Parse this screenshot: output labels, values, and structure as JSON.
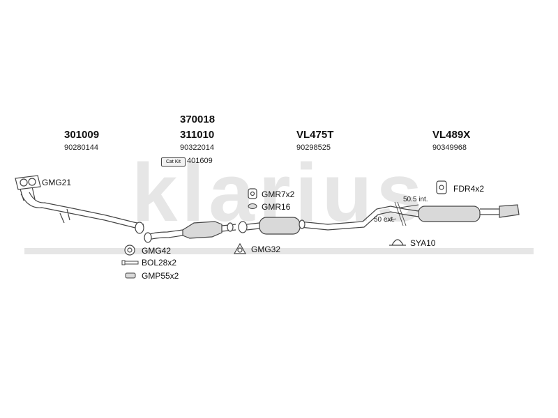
{
  "watermark": "klarius",
  "parts": {
    "p1": {
      "number": "301009",
      "ref": "90280144"
    },
    "p2": {
      "number_top": "370018",
      "number": "311010",
      "ref": "90322014",
      "catkit_label": "Cat Kit",
      "catkit_ref": "401609"
    },
    "p3": {
      "number": "VL475T",
      "ref": "90298525"
    },
    "p4": {
      "number": "VL489X",
      "ref": "90349968"
    }
  },
  "accessories": {
    "gmg21": "GMG21",
    "gmg42": "GMG42",
    "bol": "BOL28x2",
    "gmp": "GMP55x2",
    "gmr7": "GMR7x2",
    "gmr16": "GMR16",
    "gmg32": "GMG32",
    "fdr": "FDR4x2",
    "sya": "SYA10"
  },
  "dimensions": {
    "int": "50.5 int.",
    "ext": "50 ext."
  },
  "colors": {
    "watermark": "#e6e6e6",
    "line": "#444444",
    "fill": "#d9d9d9"
  }
}
